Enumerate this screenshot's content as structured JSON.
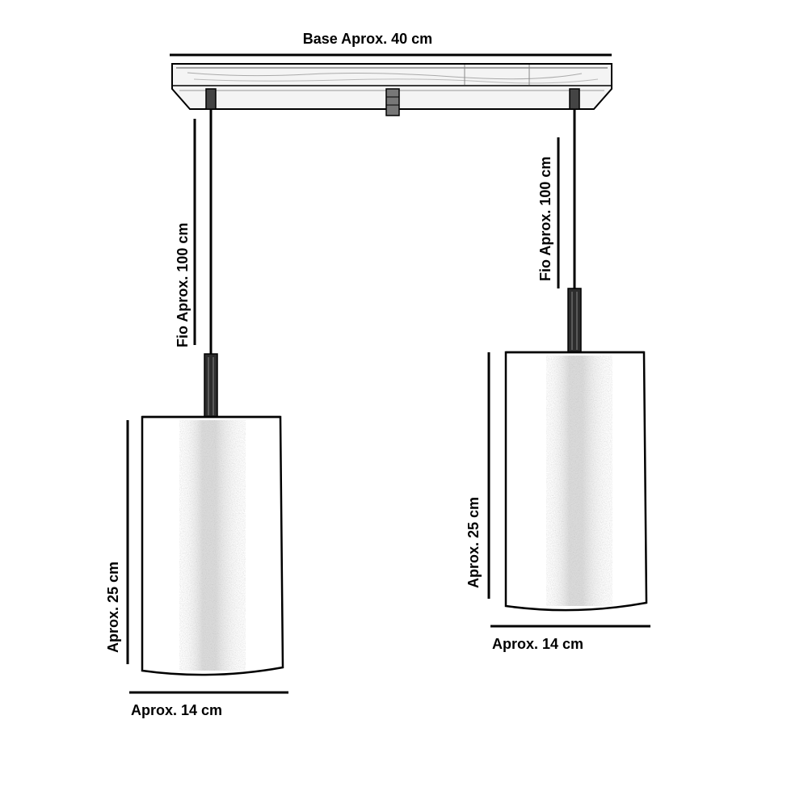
{
  "labels": {
    "base_width": "Base Aprox. 40 cm",
    "left_wire": "Fio Aprox. 100 cm",
    "right_wire": "Fio Aprox. 100 cm",
    "left_height": "Aprox. 25 cm",
    "right_height": "Aprox. 25 cm",
    "left_width": "Aprox. 14 cm",
    "right_width": "Aprox. 14 cm"
  },
  "colors": {
    "ink": "#000000",
    "background": "#ffffff",
    "base_fill": "#f4f4f4",
    "shade_texture": "#d6d6d6"
  }
}
